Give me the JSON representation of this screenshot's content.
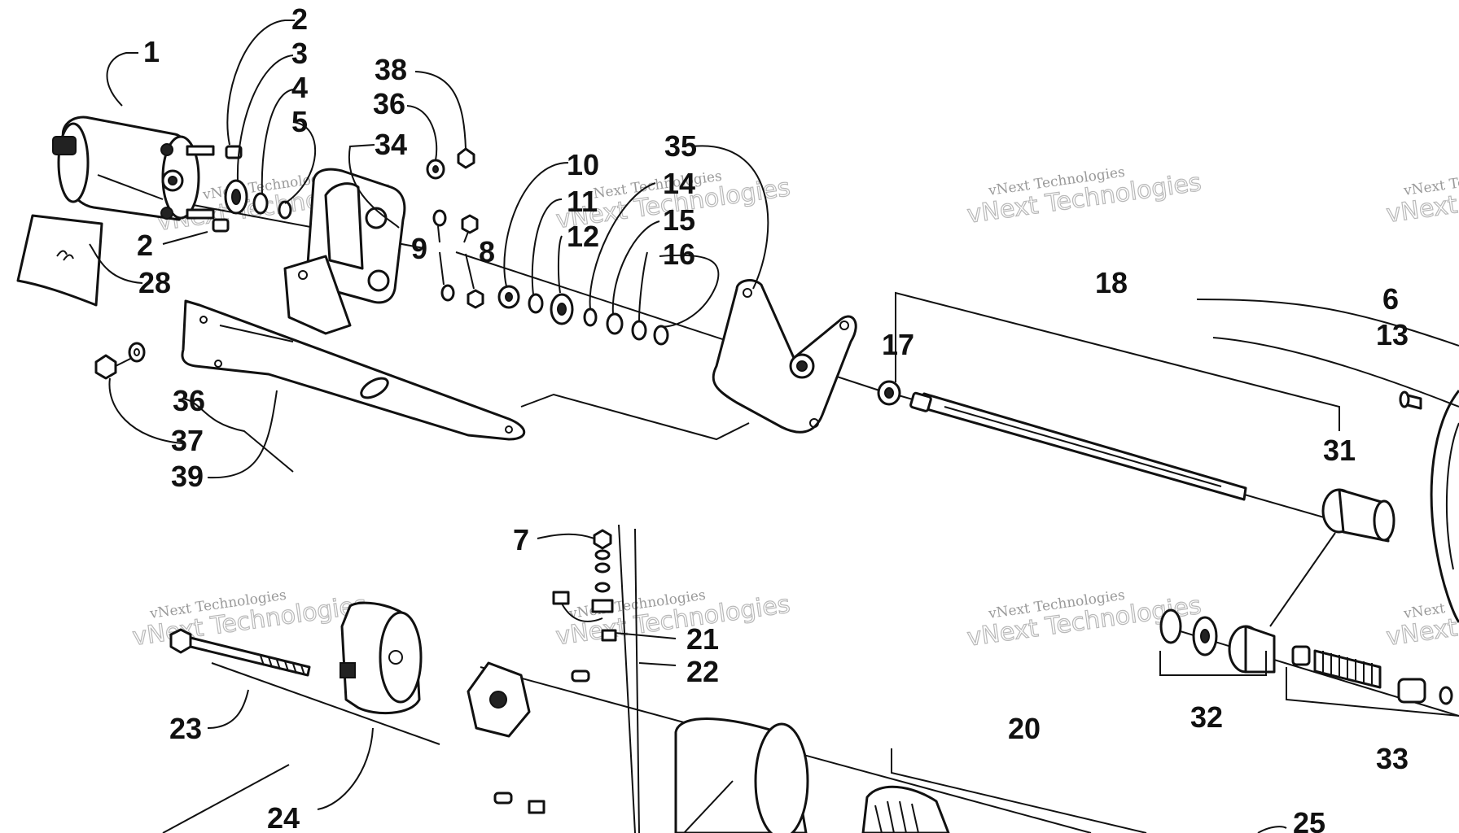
{
  "callouts": [
    {
      "id": "c1",
      "text": "1"
    },
    {
      "id": "c2a",
      "text": "2"
    },
    {
      "id": "c2b",
      "text": "2"
    },
    {
      "id": "c3",
      "text": "3"
    },
    {
      "id": "c4",
      "text": "4"
    },
    {
      "id": "c5",
      "text": "5"
    },
    {
      "id": "c6",
      "text": "6"
    },
    {
      "id": "c7",
      "text": "7"
    },
    {
      "id": "c8",
      "text": "8"
    },
    {
      "id": "c9",
      "text": "9"
    },
    {
      "id": "c10",
      "text": "10"
    },
    {
      "id": "c11",
      "text": "11"
    },
    {
      "id": "c12",
      "text": "12"
    },
    {
      "id": "c13",
      "text": "13"
    },
    {
      "id": "c14",
      "text": "14"
    },
    {
      "id": "c15",
      "text": "15"
    },
    {
      "id": "c16",
      "text": "16"
    },
    {
      "id": "c17",
      "text": "17"
    },
    {
      "id": "c18",
      "text": "18"
    },
    {
      "id": "c20",
      "text": "20"
    },
    {
      "id": "c21",
      "text": "21"
    },
    {
      "id": "c22",
      "text": "22"
    },
    {
      "id": "c23",
      "text": "23"
    },
    {
      "id": "c24",
      "text": "24"
    },
    {
      "id": "c25",
      "text": "25"
    },
    {
      "id": "c28",
      "text": "28"
    },
    {
      "id": "c31",
      "text": "31"
    },
    {
      "id": "c32",
      "text": "32"
    },
    {
      "id": "c33",
      "text": "33"
    },
    {
      "id": "c34",
      "text": "34"
    },
    {
      "id": "c35",
      "text": "35"
    },
    {
      "id": "c36a",
      "text": "36"
    },
    {
      "id": "c36b",
      "text": "36"
    },
    {
      "id": "c37",
      "text": "37"
    },
    {
      "id": "c38",
      "text": "38"
    },
    {
      "id": "c39",
      "text": "39"
    }
  ],
  "watermark": {
    "line1": "vNext Technologies",
    "line2": "vNext Technologies"
  },
  "colors": {
    "ink": "#111111",
    "background": "#ffffff",
    "watermark": "#9a9a9a"
  }
}
